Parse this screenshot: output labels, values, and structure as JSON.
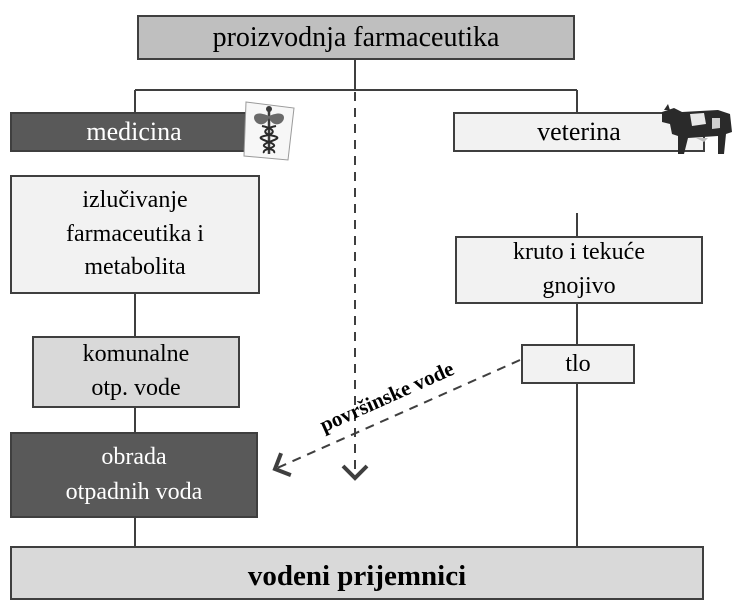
{
  "nodes": {
    "top": "proizvodnja farmaceutika",
    "medicina": "medicina",
    "veterina": "veterina",
    "izlucivanje_1": "izlučivanje",
    "izlucivanje_2": "farmaceutika i",
    "izlucivanje_3": "metabolita",
    "kruto_1": "kruto i tekuće",
    "kruto_2": "gnojivo",
    "komunalne_1": "komunalne",
    "komunalne_2": "otp. vode",
    "tlo": "tlo",
    "obrada_1": "obrada",
    "obrada_2": "otpadnih voda",
    "prijemnici": "vodeni prijemnici"
  },
  "edge_labels": {
    "povrsinske": "površinske vode"
  },
  "icons": {
    "medicina": "caduceus-icon",
    "veterina": "cow-icon"
  },
  "colors": {
    "dark": "#595959",
    "mid": "#d9d9d9",
    "light": "#f2f2f2",
    "top": "#bfbfbf",
    "line": "#3f3f3f"
  }
}
